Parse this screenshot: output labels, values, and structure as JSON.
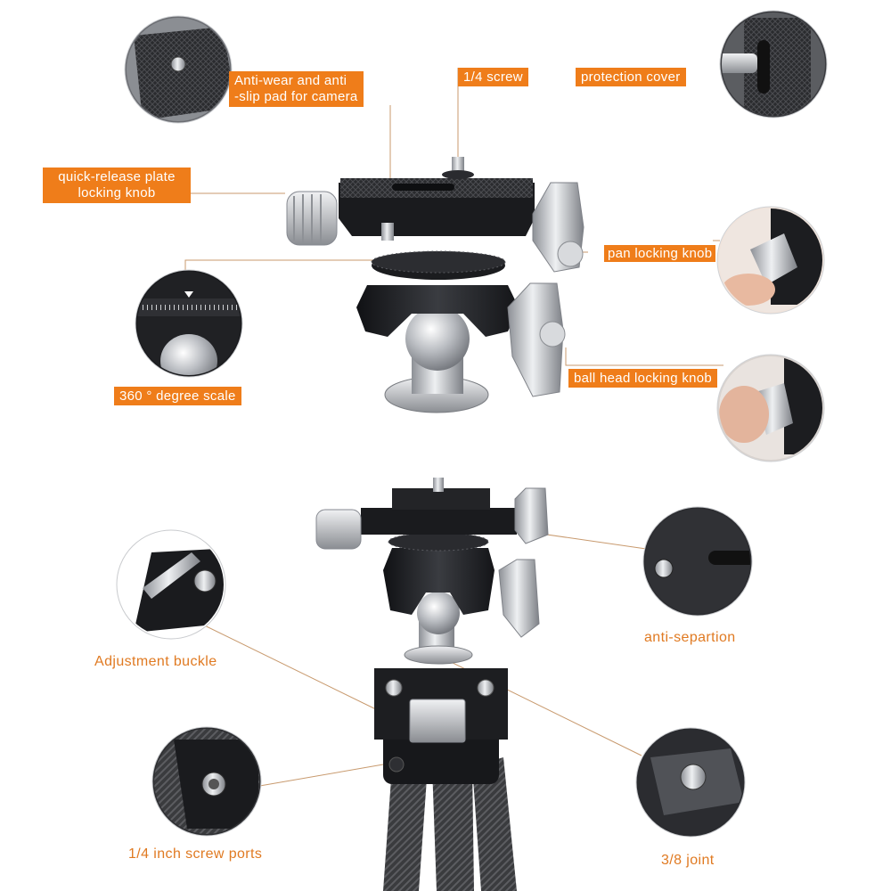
{
  "colors": {
    "accent": "#ef7d1a",
    "label_text": "#e07a22",
    "metal_dark": "#1e1f22",
    "metal_silver": "#c9cbcf",
    "leader_line": "#c89a6e"
  },
  "icons": [
    "camera-pad-closeup",
    "protection-cover-closeup",
    "degree-scale-closeup",
    "pan-knob-closeup",
    "ballhead-knob-closeup",
    "adjustment-buckle-closeup",
    "anti-separation-closeup",
    "screw-ports-closeup",
    "joint-closeup",
    "ball-head",
    "tripod-top"
  ],
  "labels": {
    "anti_wear_line1": "Anti-wear and  anti",
    "anti_wear_line2": "-slip pad for camera",
    "screw": "1/4 screw",
    "protection_cover": "protection cover",
    "qr_knob_line1": "quick-release plate",
    "qr_knob_line2": "locking knob",
    "pan_knob": "pan locking knob",
    "degree_scale": "360 ° degree scale",
    "ball_knob": "ball head locking knob",
    "adjustment_buckle": "Adjustment buckle",
    "anti_separation": "anti-separtion",
    "screw_ports": "1/4 inch screw ports",
    "joint": "3/8 joint"
  }
}
